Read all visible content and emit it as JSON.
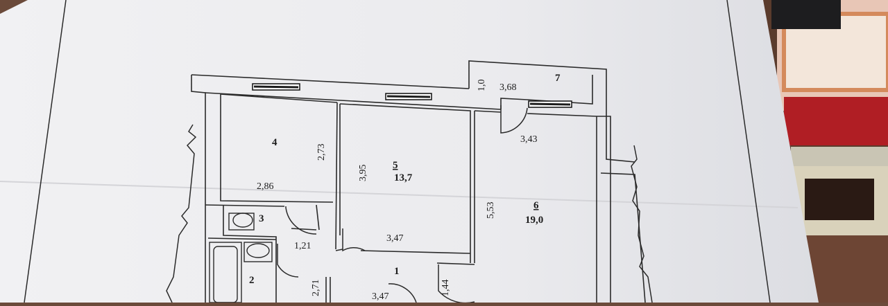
{
  "plan": {
    "rooms": [
      {
        "number": "4",
        "area": ""
      },
      {
        "number": "5",
        "area": "13,7"
      },
      {
        "number": "6",
        "area": "19,0"
      },
      {
        "number": "7",
        "area": ""
      },
      {
        "number": "3",
        "area": ""
      },
      {
        "number": "2",
        "area": ""
      },
      {
        "number": "1",
        "area": ""
      }
    ],
    "dimensions": [
      "2,73",
      "2,86",
      "3,95",
      "3,47",
      "1,0",
      "3,68",
      "3,43",
      "5,53",
      "1,21",
      "2,71",
      "1,44",
      "3,47"
    ]
  },
  "colors": {
    "paper": "#eeeeef",
    "line": "#2a2a2a",
    "background_left": "#7a1a1a",
    "background_right": "#5a3b2c"
  }
}
